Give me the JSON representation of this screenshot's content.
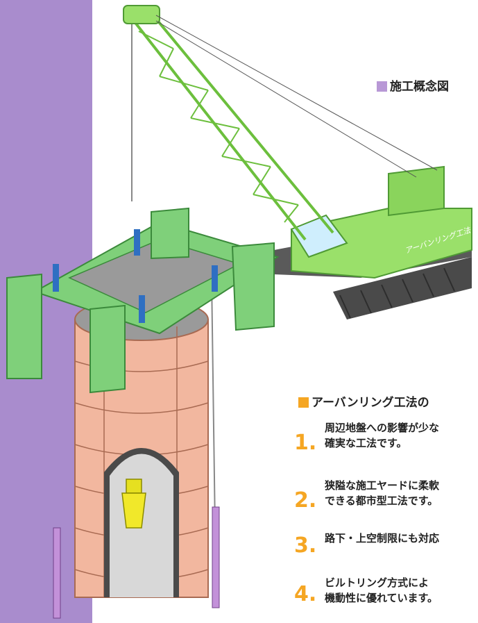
{
  "colors": {
    "band": "#a98ccd",
    "crane_green": "#9ae06a",
    "crane_dark": "#4f9a34",
    "frame_green": "#7fd07a",
    "shaft": "#f2b79f",
    "marker_orange": "#f5a623",
    "heading_square": "#b898d6"
  },
  "heading": {
    "text": "施工概念図"
  },
  "crane": {
    "label": "アーバンリング工法"
  },
  "features": {
    "title": "アーバンリング工法の",
    "items": [
      {
        "num": "1.",
        "line1": "周辺地盤への影響が少な",
        "line2": "確実な工法です。"
      },
      {
        "num": "2.",
        "line1": "狭隘な施工ヤードに柔軟",
        "line2": "できる都市型工法です。"
      },
      {
        "num": "3.",
        "line1": "路下・上空制限にも対応",
        "line2": ""
      },
      {
        "num": "4.",
        "line1": "ビルトリング方式によ",
        "line2": "機動性に優れています。"
      }
    ]
  }
}
